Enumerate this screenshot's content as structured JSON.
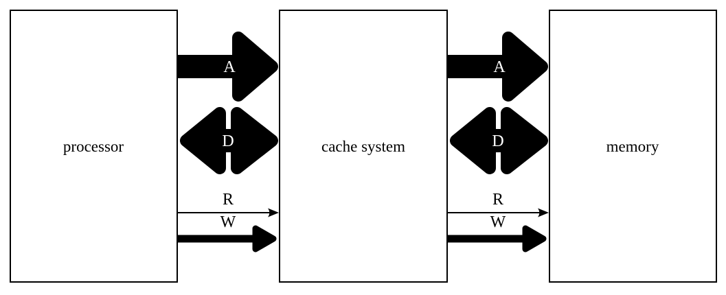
{
  "diagram": {
    "boxes": [
      {
        "label": "processor"
      },
      {
        "label": "cache system"
      },
      {
        "label": "memory"
      }
    ],
    "links": [
      {
        "from": "processor",
        "to": "cache system",
        "address_label": "A",
        "data_label": "D",
        "read_label": "R",
        "write_label": "W"
      },
      {
        "from": "cache system",
        "to": "memory",
        "address_label": "A",
        "data_label": "D",
        "read_label": "R",
        "write_label": "W"
      }
    ],
    "colors": {
      "arrow": "#000000",
      "arrow_label_light": "#ffffff",
      "text": "#000000",
      "box_fill": "#ffffff",
      "box_border": "#000000"
    }
  }
}
